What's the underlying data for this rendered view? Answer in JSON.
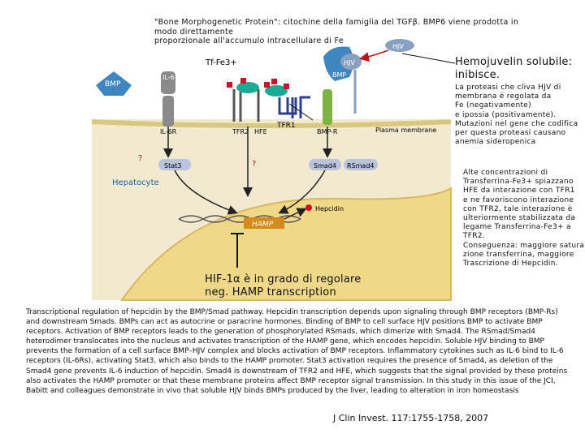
{
  "top_note": "\"Bone Morphogenetic Protein\": citochine della famiglia del TGFβ. BMP6 viene prodotta in modo direttamente\nproporzionale all'accumulo intracellulare di Fe",
  "figure": {
    "labels": {
      "tf_fe": "Tf-Fe3+",
      "bmp_left": "BMP",
      "il6": "IL-6",
      "il6r": "IL-6R",
      "tfr2": "TFR2",
      "hfe": "HFE",
      "tfr1": "TFR1",
      "bmp_r": "BMP-R",
      "hjv_small": "HJV",
      "hjv_bound": "HJV",
      "bmp_bound": "BMP",
      "plasma_membrane": "Plasma membrane",
      "stat3": "Stat3",
      "smad4": "Smad4",
      "rsmad4": "RSmad4",
      "qmark1": "?",
      "qmark2": "?",
      "hepatocyte": "Hepatocyte",
      "hamp": "HAMP",
      "hepcidin": "Hepcidin"
    },
    "colors": {
      "plasma": "#f0e8b8",
      "cytoplasm": "#f4ecc0",
      "nucleus": "#ecd580",
      "nucleus_edge": "#d8b860",
      "bmp_blue": "#3f86c0",
      "receptor_green": "#7cb342",
      "receptor_gray": "#8a8a8a",
      "tf_teal": "#1aaa96",
      "fe_red": "#d0102a",
      "tfr1_blue": "#2f3d8f"
    }
  },
  "notes": {
    "hjv_title": "Hemojuvelin solubile:\ninibisce.",
    "hjv_detail": "La proteasi che cliva HJV di\nmembrana è regolata da\nFe (negativamente)\ne ipossia (positivamente).\nMutazioni nel gene che codifica\nper questa proteasi causano\nanemia sideropenica",
    "tfr_detail": "Alte concentrazioni di\nTransferrina-Fe3+ spiazzano\nHFE da interazione con TFR1\ne ne favoriscono interazione\ncon TFR2, tale interazione è\nulteriormente stabilizzata da\nlegame Transferrina-Fe3+ a\nTFR2.\nConseguenza: maggiore satura\nzione transferrina, maggiore\nTrascrizione di Hepcidin.",
    "hif": "HIF-1α è in grado di regolare\nneg. HAMP transcription"
  },
  "caption": "Transcriptional regulation of hepcidin by the BMP/Smad pathway. Hepcidin transcription depends upon signaling through BMP receptors (BMP-Rs) and downstream Smads. BMPs can act as autocrine or paracrine hormones. Binding of BMP to cell surface HJV positions BMP to activate BMP receptors. Activation of BMP receptors leads to the generation of phosphorylated RSmads, which dimerize with Smad4. The RSmad/Smad4 heterodimer translocates into the nucleus and activates transcription of the HAMP gene, which encodes hepcidin. Soluble HJV binding to BMP prevents the formation of a cell surface BMP–HJV complex and blocks activation of BMP receptors. Inflammatory cytokines such as IL-6 bind to IL-6 receptors (IL-6Rs), activating Stat3, which also binds to the HAMP promoter. Stat3 activation requires the presence of Smad4, as deletion of the Smad4 gene prevents IL-6 induction of hepcidin. Smad4 is downstream of TFR2 and HFE, which suggests that the signal provided by these proteins also activates the HAMP promoter or that these membrane proteins affect BMP receptor signal transmission. In this study in this issue of the JCI, Babitt and colleagues demonstrate in vivo that soluble HJV binds BMPs produced by the liver, leading to alteration in iron homeostasis",
  "citation": "J Clin Invest. 117:1755-1758, 2007"
}
